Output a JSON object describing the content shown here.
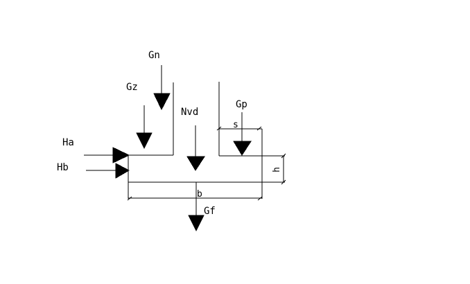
{
  "diagram": {
    "type": "static-force-diagram",
    "labels": {
      "gn": "Gn",
      "gz": "Gz",
      "nvd": "Nvd",
      "gp": "Gp",
      "ha": "Ha",
      "hb": "Hb",
      "gf": "Gf",
      "dim_s": "s",
      "dim_h": "h",
      "dim_b": "b"
    },
    "colors": {
      "line": "#000000",
      "background": "#ffffff"
    }
  }
}
